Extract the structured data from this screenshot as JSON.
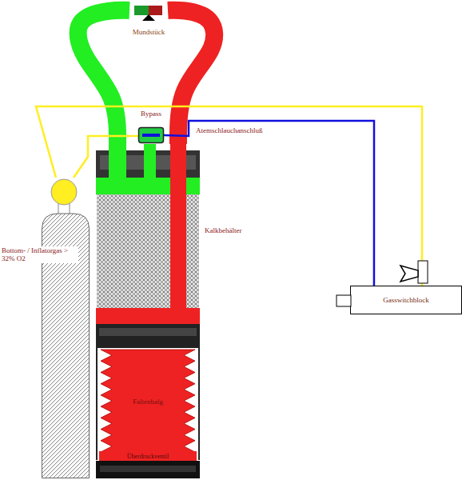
{
  "diagram": {
    "nodes": [
      {
        "text": [
          "Mundstück"
        ]
      },
      {
        "text": [
          "Bypass"
        ]
      },
      {
        "text": [
          "Kalkbehälter"
        ]
      },
      {
        "text": [
          "Faltenbalg"
        ],
        "in": 2
      },
      {
        "text": [
          "Überdruckventil"
        ],
        "in": 2
      },
      {
        "text": [
          "Bottom- / Inflatorgas > 32% O2"
        ]
      },
      {
        "text": [
          "Gasswitchblock"
        ]
      }
    ],
    "edges": [
      {
        "from": 2,
        "to": 0,
        "arrow": "none"
      },
      {
        "from": 2,
        "to": 0,
        "arrow": "none"
      },
      {
        "from": 5,
        "to": 6,
        "arrow": "none"
      },
      {
        "from": 5,
        "to": 1,
        "arrow": "none"
      },
      {
        "from": 6,
        "to": 1,
        "arrow": "none"
      }
    ],
    "labels": [
      "Atemschlauchanschluß"
    ]
  }
}
